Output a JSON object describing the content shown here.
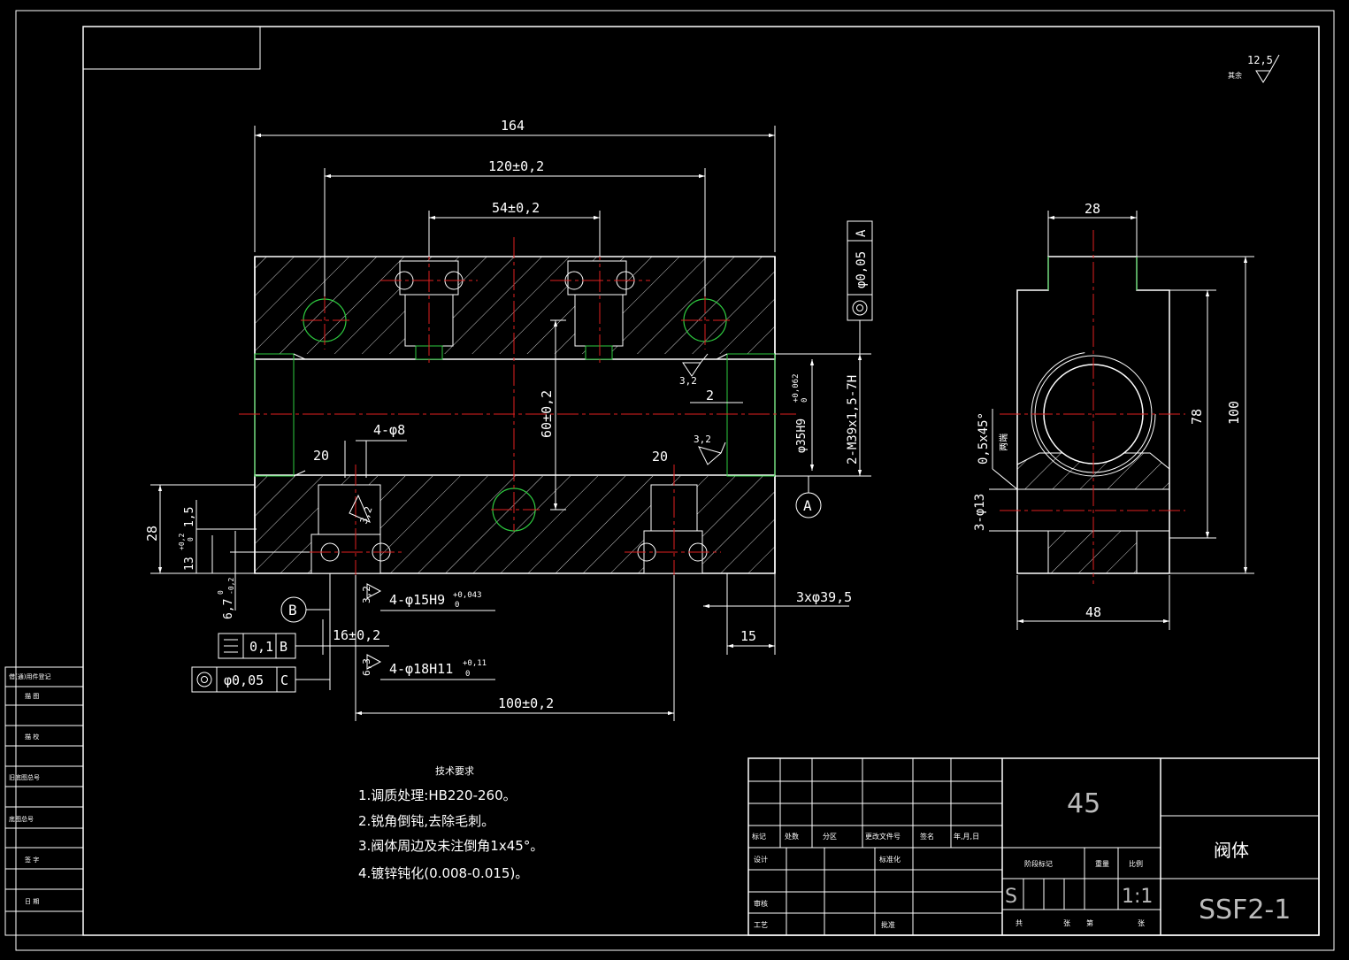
{
  "front_view": {
    "dims": {
      "overall_length": "164",
      "outer_pitch": "120±0,2",
      "inner_pitch": "54±0,2",
      "center_height": "60±0,2",
      "bottom_pitch": "100±0,2",
      "bottom_thickness": "28",
      "bore_thread": "2-M39x1,5-7H",
      "bore_fit": "φ35H9",
      "bore_fit_tol_upper": "+0,062",
      "bore_fit_tol_lower": "0",
      "bore_count_dia": "3xφ39,5",
      "bore_depth": "15",
      "holes_a": "4-φ8",
      "holes_b": "4-φ15H9",
      "holes_b_tol_upper": "+0,043",
      "holes_b_tol_lower": "0",
      "holes_c": "4-φ18H11",
      "holes_c_tol_upper": "+0,11",
      "holes_c_tol_lower": "0",
      "offset_16": "16±0,2",
      "chamfer_20_left": "20",
      "chamfer_20_right": "20",
      "gap_2": "2",
      "dim_1_5": "1,5",
      "dim_13": "13",
      "dim_13_tol_upper": "+0,2",
      "dim_13_tol_lower": "0",
      "dim_6_7": "6,7",
      "dim_6_7_tol_upper": "0",
      "dim_6_7_tol_lower": "-0,2"
    },
    "roughness": [
      "3,2",
      "3,2",
      "3,2",
      "3,2",
      "6,3"
    ],
    "fcf_a": {
      "tolerance": "φ0,05",
      "datum": "A"
    },
    "fcf_b": {
      "tolerance": "0,1",
      "datum": "B"
    },
    "fcf_c": {
      "tolerance": "φ0,05",
      "datum": "C"
    },
    "datum_a": "A",
    "datum_b": "B"
  },
  "side_view": {
    "top_width": "28",
    "bottom_width": "48",
    "height_inner": "78",
    "height_total": "100",
    "chamfer": "0,5x45°",
    "chamfer_note": "两端",
    "holes": "3-φ13"
  },
  "surface_finish": {
    "label": "其余",
    "value": "12,5"
  },
  "tech_requirements": {
    "title": "技术要求",
    "items": [
      "1.调质处理:HB220-260。",
      "2.锐角倒钝,去除毛刺。",
      "3.阀体周边及未注倒角1x45°。",
      "4.镀锌钝化(0.008-0.015)。"
    ]
  },
  "title_block": {
    "material": "45",
    "part_name": "阀体",
    "drawing_no": "SSF2-1",
    "scale": "1:1",
    "stage_mark": "S",
    "labels": {
      "mark": "标记",
      "count": "处数",
      "zone": "分区",
      "change_doc": "更改文件号",
      "sign": "签名",
      "date": "年,月,日",
      "design": "设计",
      "standardize": "标准化",
      "review": "审核",
      "process": "工艺",
      "approve": "批准",
      "stage_label": "阶段标记",
      "weight": "重量",
      "scale_label": "比例",
      "total": "共",
      "sheet": "张",
      "page": "第",
      "page_unit": "张"
    }
  },
  "side_table": {
    "rows": [
      "借(通)用件登记",
      "描  图",
      "描  校",
      "旧底图总号",
      "底图总号",
      "签  字",
      "日  期"
    ]
  }
}
